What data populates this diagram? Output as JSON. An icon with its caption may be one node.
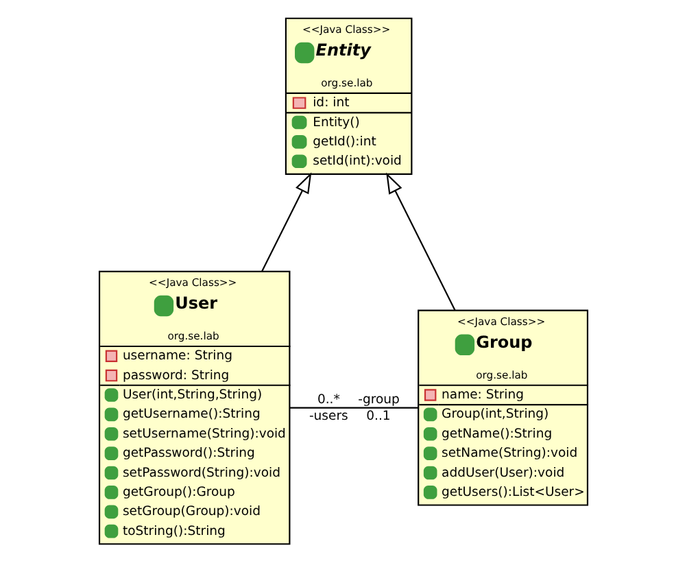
{
  "diagram": {
    "nodes": [
      {
        "text": [
          "<<Java Class>>",
          "Entity",
          "org.se.lab",
          "id: int",
          "Entity()",
          "getId():int",
          "setId(int):void"
        ]
      },
      {
        "text": [
          "<<Java Class>>",
          "User",
          "org.se.lab",
          "username: String",
          "password: String",
          "User(int,String,String)",
          "getUsername():String",
          "setUsername(String):void",
          "getPassword():String",
          "setPassword(String):void",
          "getGroup():Group",
          "setGroup(Group):void",
          "toString():String"
        ]
      },
      {
        "text": [
          "<<Java Class>>",
          "Group",
          "org.se.lab",
          "name: String",
          "Group(int,String)",
          "getName():String",
          "setName(String):void",
          "addUser(User):void",
          "getUsers():List<User>"
        ]
      }
    ],
    "edges": [
      {
        "from": 1,
        "to": 0,
        "arrow": "to"
      },
      {
        "from": 2,
        "to": 0,
        "arrow": "to"
      },
      {
        "from": 1,
        "to": 2,
        "arrow": "none"
      }
    ],
    "labels": [
      "-group",
      "0..*",
      "0..1",
      "-users"
    ]
  }
}
